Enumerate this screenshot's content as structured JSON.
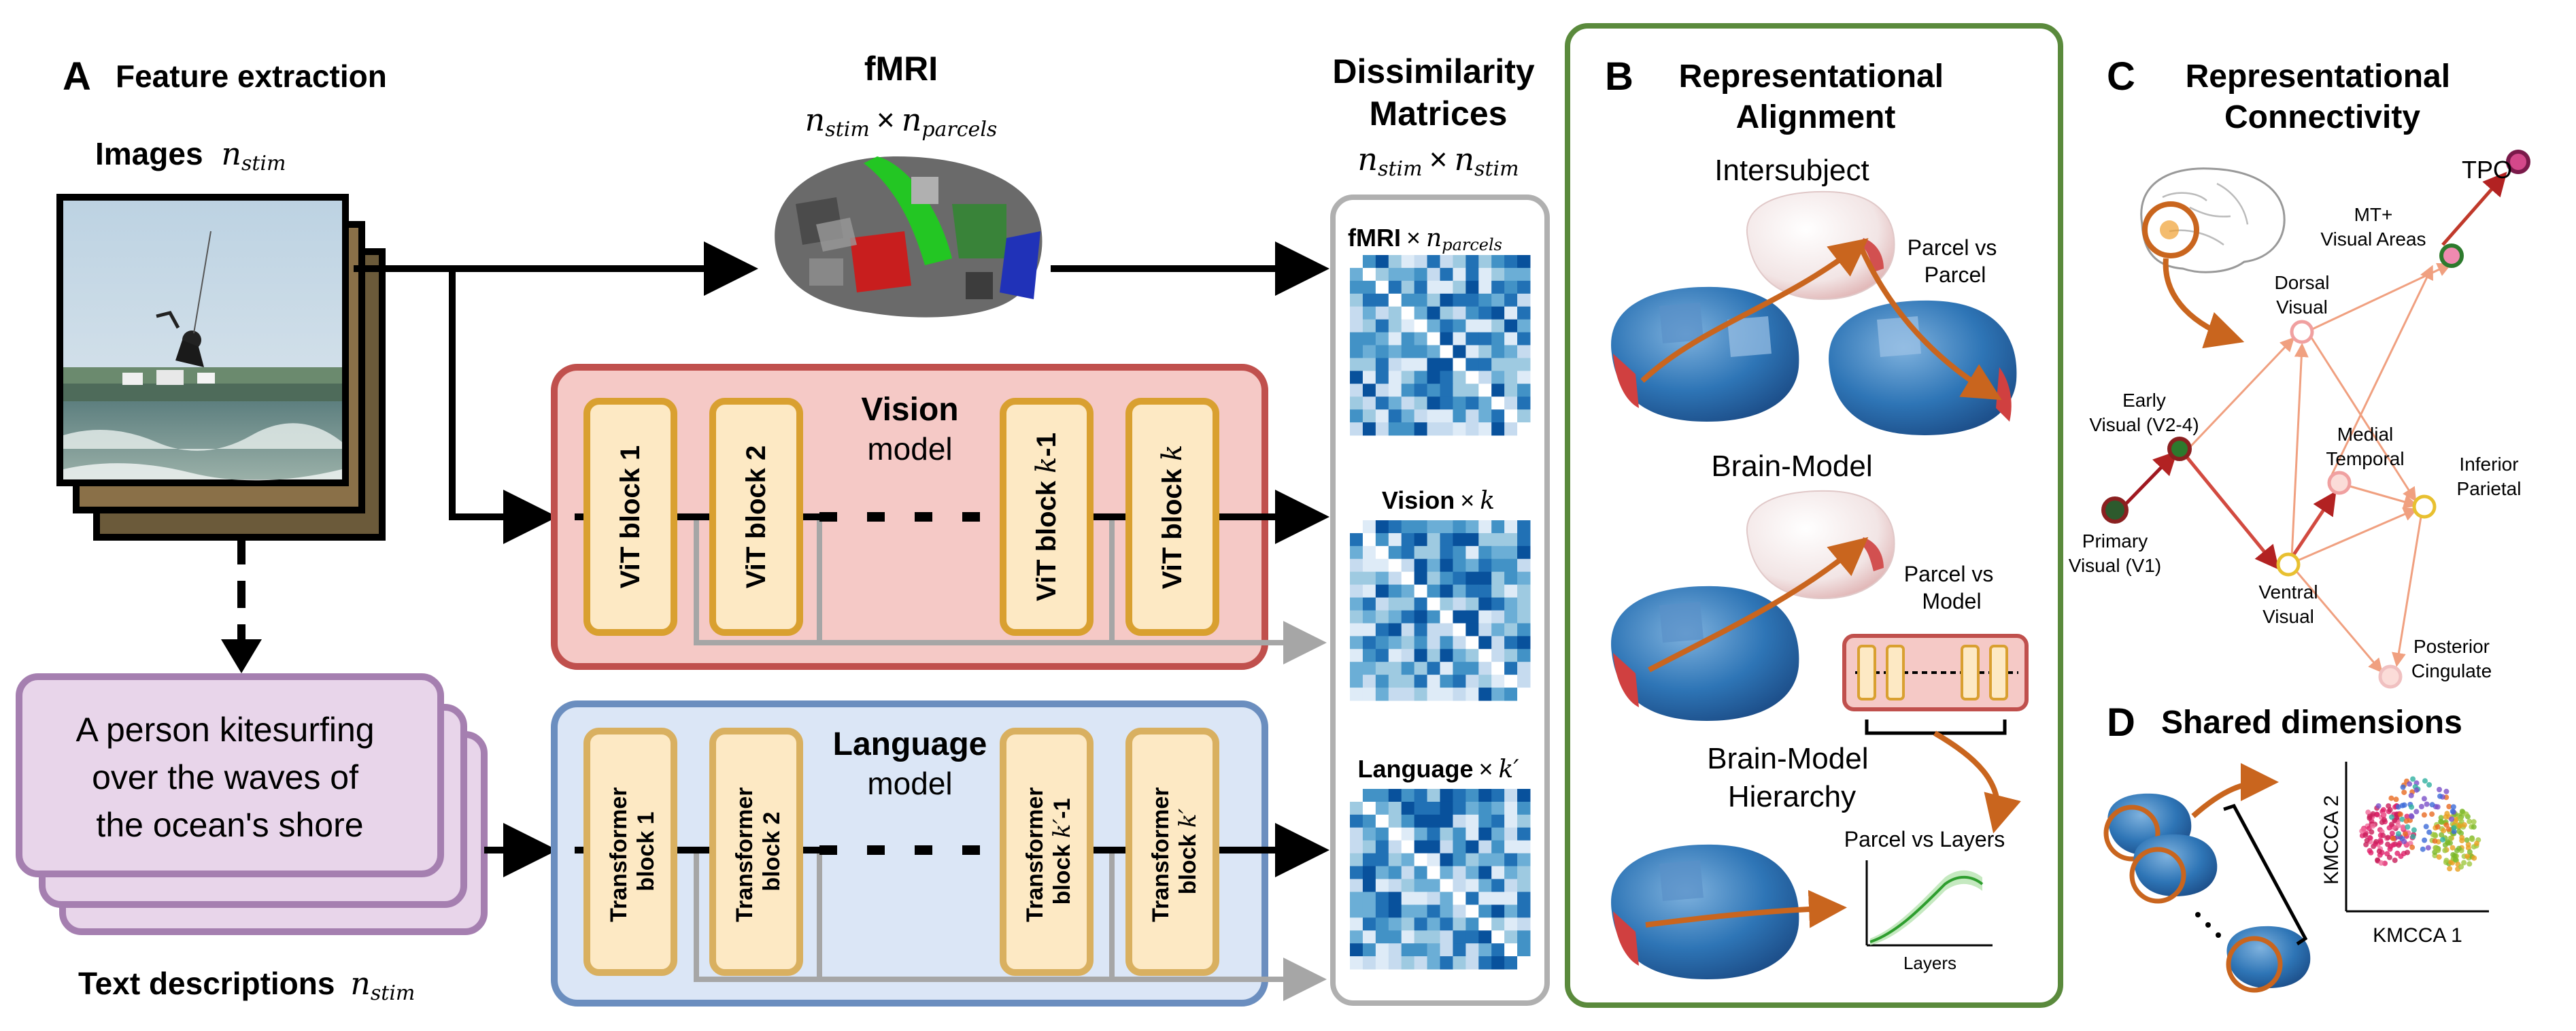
{
  "panels": {
    "A": {
      "letter": "A",
      "title": "Feature extraction",
      "images_label": "Images",
      "stim_math": "n",
      "stim_sub": "stim",
      "text_box": {
        "line1": "A person kitesurfing",
        "line2": "over the waves of",
        "line3": "the ocean's shore"
      },
      "text_desc_label": "Text descriptions",
      "fmri_title": "fMRI",
      "fmri_dims": {
        "n": "n",
        "stim": "stim",
        "times": "×",
        "parcels": "parcels"
      },
      "vision_model": {
        "title": "Vision",
        "subtitle": "model",
        "blocks": [
          "ViT block 1",
          "ViT block 2",
          "ViT block ",
          "ViT block "
        ],
        "block_k_minus": "k",
        "block_k_minus_suffix": "-1",
        "block_k": "k"
      },
      "language_model": {
        "title": "Language",
        "subtitle": "model",
        "blocks": [
          {
            "line1": "Transformer",
            "line2": "block 1"
          },
          {
            "line1": "Transformer",
            "line2": "block 2"
          },
          {
            "line1": "Transformer",
            "line2": "block "
          },
          {
            "line1": "Transformer",
            "line2": "block "
          }
        ],
        "block_k_prime": "k′",
        "block_k_prime_suffix": "-1"
      },
      "dissim": {
        "title1": "Dissimilarity",
        "title2": "Matrices",
        "dims_n": "n",
        "dims_stim": "stim",
        "dims_times": "×",
        "fmri_label": "fMRI",
        "fmri_times": "×",
        "fmri_n": "n",
        "fmri_sub": "parcels",
        "vision_label": "Vision",
        "vision_times": "×",
        "vision_k": "k",
        "language_label": "Language",
        "language_times": "×",
        "language_k": "k′"
      }
    },
    "B": {
      "letter": "B",
      "title1": "Representational",
      "title2": "Alignment",
      "intersubject": "Intersubject",
      "parcel_vs_parcel1": "Parcel vs",
      "parcel_vs_parcel2": "Parcel",
      "brain_model": "Brain-Model",
      "parcel_vs_model1": "Parcel vs",
      "parcel_vs_model2": "Model",
      "hierarchy1": "Brain-Model",
      "hierarchy2": "Hierarchy",
      "parcel_vs_layers": "Parcel vs Layers",
      "layers": "Layers"
    },
    "C": {
      "letter": "C",
      "title1": "Representational",
      "title2": "Connectivity",
      "nodes": [
        {
          "id": "tpo",
          "label1": "TPO",
          "label2": ""
        },
        {
          "id": "mt",
          "label1": "MT+",
          "label2": "Visual Areas"
        },
        {
          "id": "dorsal",
          "label1": "Dorsal",
          "label2": "Visual"
        },
        {
          "id": "early",
          "label1": "Early",
          "label2": "Visual (V2-4)"
        },
        {
          "id": "medial",
          "label1": "Medial",
          "label2": "Temporal"
        },
        {
          "id": "inferior",
          "label1": "Inferior",
          "label2": "Parietal"
        },
        {
          "id": "primary",
          "label1": "Primary",
          "label2": "Visual (V1)"
        },
        {
          "id": "ventral",
          "label1": "Ventral",
          "label2": "Visual"
        },
        {
          "id": "posterior",
          "label1": "Posterior",
          "label2": "Cingulate"
        }
      ]
    },
    "D": {
      "letter": "D",
      "title": "Shared dimensions",
      "xlabel": "KMCCA 1",
      "ylabel": "KMCCA 2"
    }
  },
  "colors": {
    "vision_fill": "#f5c9c6",
    "vision_stroke": "#c0504d",
    "language_fill": "#dbe6f6",
    "language_stroke": "#6b8ebf",
    "block_fill": "#fde9c4",
    "block_stroke": "#d9a030",
    "text_box_fill": "#e8d5ea",
    "text_box_stroke": "#a57fb0",
    "panel_b_stroke": "#5a8a3c",
    "arrow_orange": "#c9651e",
    "matrix_dark": "#2166ac"
  }
}
